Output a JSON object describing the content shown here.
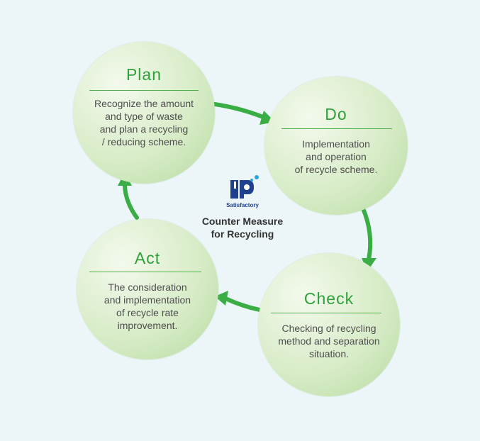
{
  "center": {
    "logo_text": "Satisfactory",
    "line1": "Counter Measure",
    "line2": "for Recycling"
  },
  "steps": {
    "plan": {
      "title": "Plan",
      "lines": [
        "Recognize the amount",
        "and type of waste",
        "and plan a recycling",
        "/ reducing scheme."
      ]
    },
    "do": {
      "title": "Do",
      "lines": [
        "Implementation",
        "and operation",
        "of recycle scheme."
      ]
    },
    "check": {
      "title": "Check",
      "lines": [
        "Checking of recycling",
        "method and separation",
        "situation."
      ]
    },
    "act": {
      "title": "Act",
      "lines": [
        "The consideration",
        "and implementation",
        "of recycle rate",
        "improvement."
      ]
    }
  },
  "colors": {
    "accent": "#2fa13c",
    "arrow": "#3aae45",
    "background": "#ecf6f9"
  },
  "icons": [
    "satisfactory-logo-icon",
    "arrow-plan-to-do",
    "arrow-do-to-check",
    "arrow-check-to-act",
    "arrow-act-to-plan"
  ]
}
